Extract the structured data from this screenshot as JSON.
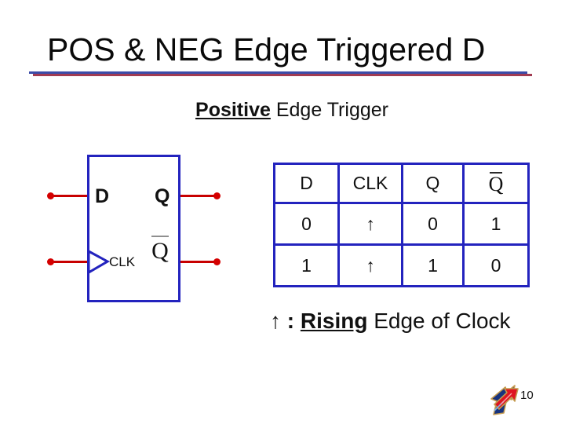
{
  "slide": {
    "title": "POS & NEG Edge Triggered D",
    "subtitle": {
      "emphasis": "Positive",
      "rest": " Edge Trigger"
    },
    "page_number": "10"
  },
  "flip_flop": {
    "d_label": "D",
    "q_label": "Q",
    "clk_label": "CLK",
    "q_bar_label": "Q"
  },
  "table": {
    "headers": [
      {
        "label": "D",
        "highlight": false,
        "overline": false
      },
      {
        "label": "CLK",
        "highlight": false,
        "overline": false
      },
      {
        "label": "Q",
        "highlight": true,
        "overline": false
      },
      {
        "label": "Q",
        "highlight": true,
        "overline": true
      }
    ],
    "rows": [
      [
        "0",
        "↑",
        "0",
        "1"
      ],
      [
        "1",
        "↑",
        "1",
        "0"
      ]
    ]
  },
  "legend": {
    "arrow": "↑",
    "separator": " : ",
    "emphasis": "Rising",
    "rest": " Edge of Clock"
  },
  "icons": {
    "clock_edge_arrow": "↑",
    "page_logo": "double-arrow-logo"
  },
  "colors": {
    "border_blue": "#2323be",
    "wire_red": "#c80000",
    "highlight_yellow": "#ffff00",
    "title_rule_blue": "#3b4ba8",
    "title_rule_red": "#a13b52"
  }
}
